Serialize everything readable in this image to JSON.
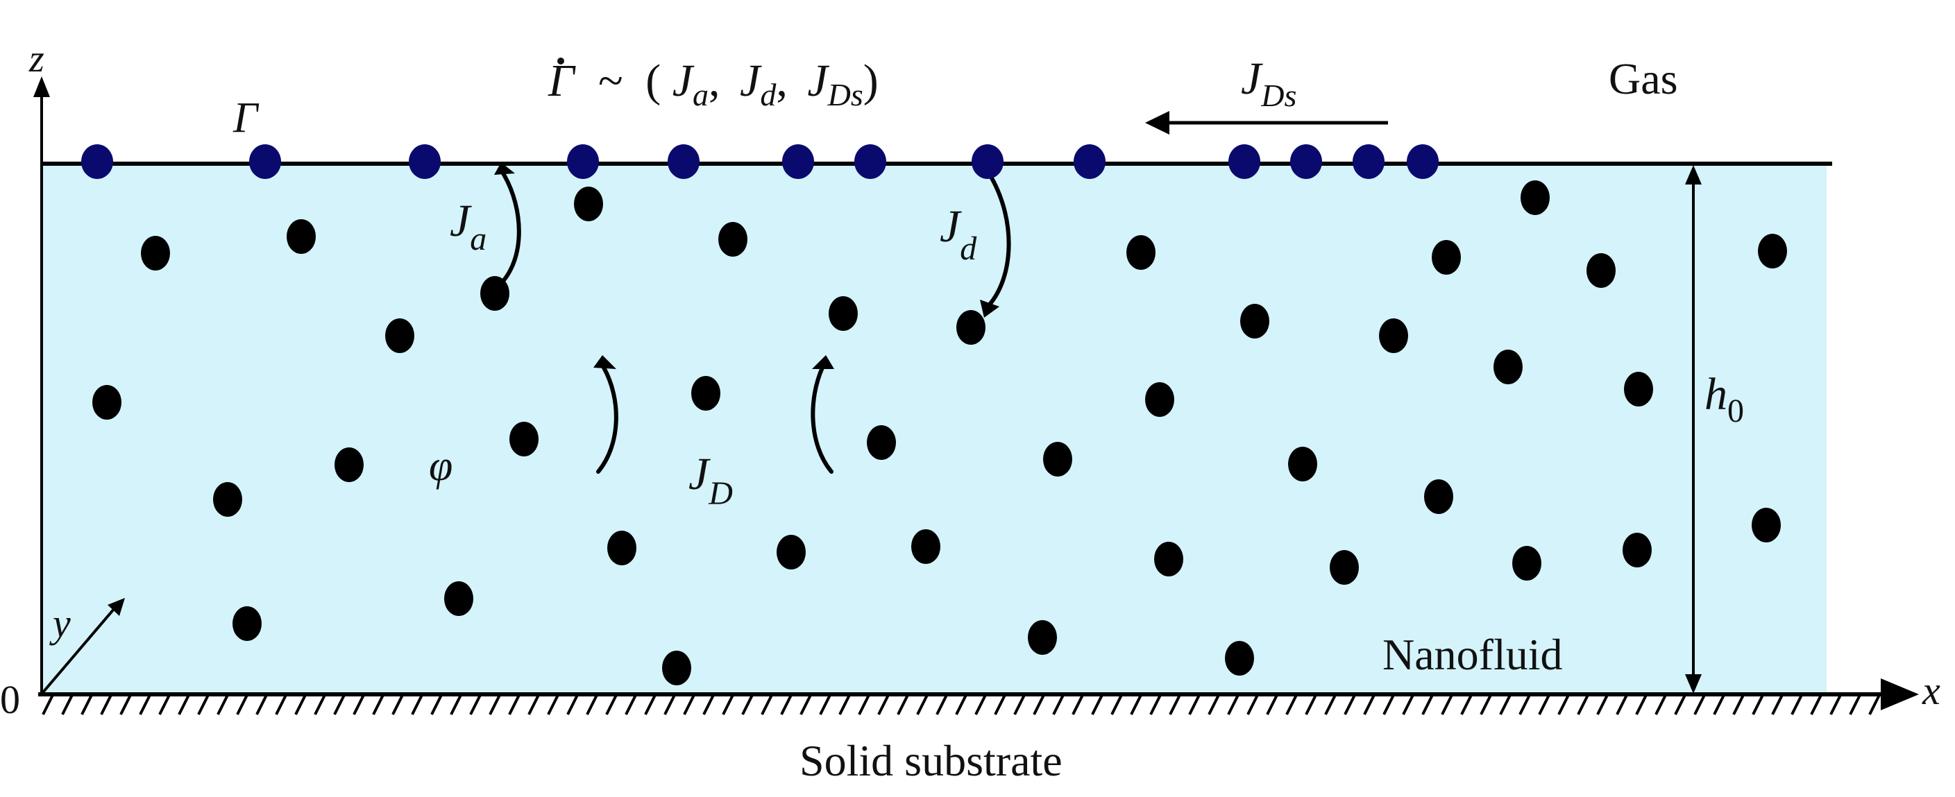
{
  "diagram": {
    "labels": {
      "z_axis": "z",
      "x_axis": "x",
      "y_axis": "y",
      "origin": "0",
      "surface_concentration": "Γ",
      "rate_eq": {
        "dot_gamma": "Γ",
        "tilde": "~",
        "open": "(",
        "ja_J": "J",
        "ja_sub": "a",
        "sep1": ",",
        "jd_J": "J",
        "jd_sub": "d",
        "sep2": ",",
        "jds_J": "J",
        "jds_sub": "Ds",
        "close": ")"
      },
      "surface_diffusion": {
        "J": "J",
        "sub": "Ds"
      },
      "gas": "Gas",
      "adsorption": {
        "J": "J",
        "sub": "a"
      },
      "desorption": {
        "J": "J",
        "sub": "d"
      },
      "bulk_diffusion": {
        "J": "J",
        "sub": "D"
      },
      "volume_fraction": "φ",
      "film_thickness": {
        "h": "h",
        "sub": "0"
      },
      "nanofluid": "Nanofluid",
      "substrate": "Solid substrate"
    },
    "colors": {
      "fluid": "#d4f3fb",
      "surface_particle": "#0a0a6e",
      "bulk_particle": "#000000",
      "line": "#000000"
    }
  }
}
